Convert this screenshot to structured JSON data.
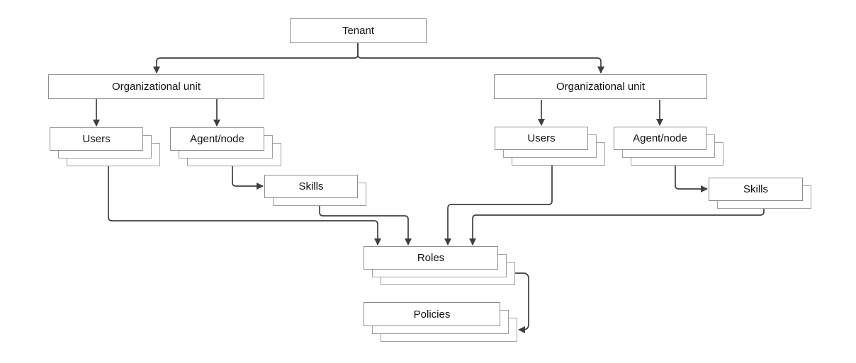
{
  "diagram": {
    "colors": {
      "background": "#ffffff",
      "box_fill": "#ffffff",
      "box_border": "#8c8c8c",
      "stack_border": "#9f9f9f",
      "line": "#3f3f3f",
      "text": "#111111"
    },
    "nodes": {
      "tenant": {
        "label": "Tenant",
        "layers": 1
      },
      "ou_left": {
        "label": "Organizational unit",
        "layers": 1
      },
      "ou_right": {
        "label": "Organizational unit",
        "layers": 1
      },
      "users_left": {
        "label": "Users",
        "layers": 3
      },
      "agent_left": {
        "label": "Agent/node",
        "layers": 3
      },
      "skills_left": {
        "label": "Skills",
        "layers": 2
      },
      "users_right": {
        "label": "Users",
        "layers": 3
      },
      "agent_right": {
        "label": "Agent/node",
        "layers": 3
      },
      "skills_right": {
        "label": "Skills",
        "layers": 2
      },
      "roles": {
        "label": "Roles",
        "layers": 3
      },
      "policies": {
        "label": "Policies",
        "layers": 3
      }
    },
    "edges": [
      {
        "from": "tenant",
        "to": "ou_left"
      },
      {
        "from": "tenant",
        "to": "ou_right"
      },
      {
        "from": "ou_left",
        "to": "users_left"
      },
      {
        "from": "ou_left",
        "to": "agent_left"
      },
      {
        "from": "agent_left",
        "to": "skills_left"
      },
      {
        "from": "ou_right",
        "to": "users_right"
      },
      {
        "from": "ou_right",
        "to": "agent_right"
      },
      {
        "from": "agent_right",
        "to": "skills_right"
      },
      {
        "from": "users_left",
        "to": "roles"
      },
      {
        "from": "skills_left",
        "to": "roles"
      },
      {
        "from": "users_right",
        "to": "roles"
      },
      {
        "from": "skills_right",
        "to": "roles"
      },
      {
        "from": "roles",
        "to": "policies"
      }
    ]
  }
}
